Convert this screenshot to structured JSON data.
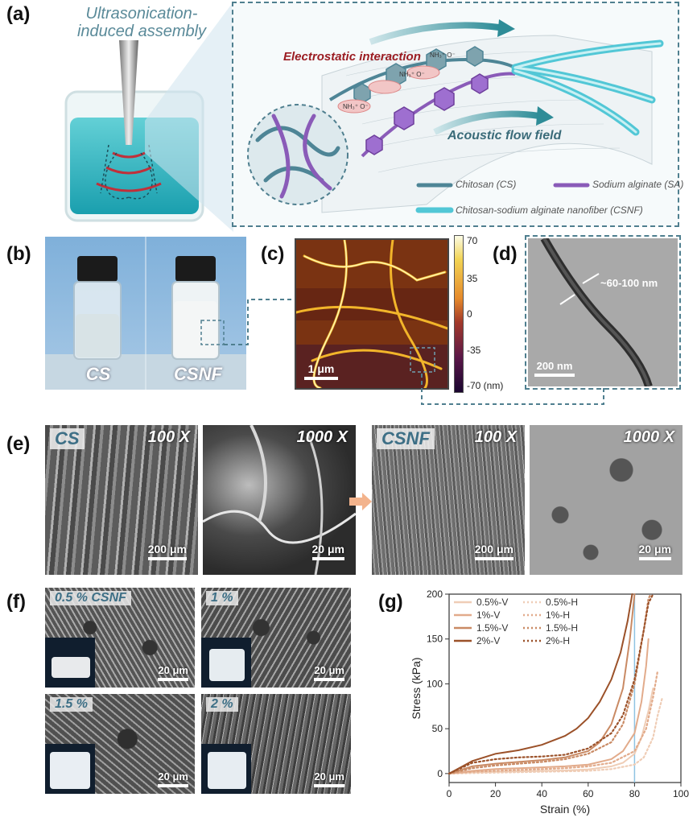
{
  "panel_labels": {
    "a": "(a)",
    "b": "(b)",
    "c": "(c)",
    "d": "(d)",
    "e": "(e)",
    "f": "(f)",
    "g": "(g)"
  },
  "panel_a": {
    "title": "Ultrasonication-induced assembly",
    "electrostatic": "Electrostatic interaction",
    "acoustic": "Acoustic flow field",
    "legend_cs": "Chitosan (CS)",
    "legend_sa": "Sodium alginate (SA)",
    "legend_csnf": "Chitosan-sodium alginate nanofiber (CSNF)",
    "ion_labels": [
      "NH₃⁺ O⁻",
      "NH₃⁺ O⁻",
      "NH₃⁺ O⁻"
    ]
  },
  "panel_b": {
    "left": "CS",
    "right": "CSNF"
  },
  "panel_c": {
    "scalebar": "1 μm",
    "colorbar_ticks": [
      "70",
      "35",
      "0",
      "-35",
      "-70 (nm)"
    ]
  },
  "panel_d": {
    "size": "~60-100 nm",
    "scalebar": "200 nm"
  },
  "panel_e": {
    "images": [
      {
        "tag": "CS",
        "mag": "100 X",
        "scale": "200 μm"
      },
      {
        "tag": "",
        "mag": "1000 X",
        "scale": "20 μm"
      },
      {
        "tag": "CSNF",
        "mag": "100 X",
        "scale": "200 μm"
      },
      {
        "tag": "",
        "mag": "1000 X",
        "scale": "20 μm"
      }
    ]
  },
  "panel_f": {
    "images": [
      {
        "tag": "0.5 % CSNF",
        "scale": "20 μm"
      },
      {
        "tag": "1 %",
        "scale": "20 μm"
      },
      {
        "tag": "1.5 %",
        "scale": "20 μm"
      },
      {
        "tag": "2 %",
        "scale": "20 μm"
      }
    ]
  },
  "colors": {
    "cs": "#4e8596",
    "sa": "#8a5bb8",
    "csnf": "#52c7d6",
    "s05": "#edc6ad",
    "s1": "#e0a888",
    "s15": "#c98660",
    "s2": "#9a4f2a"
  },
  "chart_data": {
    "type": "line",
    "xlabel": "Strain (%)",
    "ylabel": "Stress (kPa)",
    "xlim": [
      0,
      100
    ],
    "ylim": [
      -10,
      200
    ],
    "xticks": [
      0,
      20,
      40,
      60,
      80,
      100
    ],
    "yticks": [
      0,
      50,
      100,
      150,
      200
    ],
    "vline_x": 80,
    "grid": false,
    "legend_position": "top-left",
    "series": [
      {
        "name": "0.5%-V",
        "style": "solid",
        "color": "#efcdb6",
        "x": [
          0,
          10,
          20,
          30,
          40,
          50,
          60,
          70,
          75,
          80,
          83,
          86,
          88
        ],
        "y": [
          0,
          1.5,
          2,
          2.5,
          3,
          3.5,
          4.5,
          8,
          12,
          22,
          40,
          70,
          95
        ]
      },
      {
        "name": "0.5%-H",
        "style": "dotted",
        "color": "#efcdb6",
        "x": [
          0,
          10,
          20,
          30,
          40,
          50,
          60,
          70,
          80,
          84,
          88,
          90,
          92
        ],
        "y": [
          0,
          0.5,
          1,
          1.5,
          2,
          2.5,
          3,
          5,
          10,
          18,
          40,
          65,
          85
        ]
      },
      {
        "name": "1%-V",
        "style": "solid",
        "color": "#e2ab8b",
        "x": [
          0,
          10,
          20,
          30,
          40,
          50,
          60,
          70,
          75,
          80,
          83,
          85,
          86
        ],
        "y": [
          0,
          3,
          5,
          6,
          7,
          8,
          10,
          16,
          25,
          45,
          80,
          120,
          150
        ]
      },
      {
        "name": "1%-H",
        "style": "dotted",
        "color": "#e2ab8b",
        "x": [
          0,
          10,
          20,
          30,
          40,
          50,
          60,
          70,
          80,
          85,
          88,
          90
        ],
        "y": [
          0,
          2,
          3,
          4,
          5,
          6,
          8,
          12,
          25,
          50,
          85,
          115
        ]
      },
      {
        "name": "1.5%-V",
        "style": "solid",
        "color": "#c98a64",
        "x": [
          0,
          10,
          20,
          30,
          40,
          50,
          60,
          65,
          70,
          75,
          78,
          80
        ],
        "y": [
          0,
          8,
          11,
          13,
          15,
          18,
          25,
          35,
          55,
          95,
          150,
          200
        ]
      },
      {
        "name": "1.5%-H",
        "style": "dotted",
        "color": "#c98a64",
        "x": [
          0,
          10,
          20,
          30,
          40,
          50,
          60,
          70,
          75,
          80,
          84,
          86,
          87
        ],
        "y": [
          0,
          6,
          9,
          11,
          13,
          16,
          22,
          35,
          55,
          100,
          160,
          195,
          200
        ]
      },
      {
        "name": "2%-V",
        "style": "solid",
        "color": "#9b5129",
        "x": [
          0,
          10,
          20,
          30,
          40,
          50,
          55,
          60,
          65,
          70,
          74,
          77,
          79
        ],
        "y": [
          0,
          14,
          22,
          26,
          32,
          42,
          50,
          62,
          80,
          105,
          135,
          170,
          200
        ]
      },
      {
        "name": "2%-H",
        "style": "dotted",
        "color": "#9b5129",
        "x": [
          0,
          10,
          20,
          30,
          40,
          50,
          60,
          70,
          75,
          80,
          84,
          86,
          88
        ],
        "y": [
          0,
          12,
          16,
          18,
          19,
          21,
          28,
          45,
          65,
          105,
          160,
          190,
          200
        ]
      }
    ]
  }
}
